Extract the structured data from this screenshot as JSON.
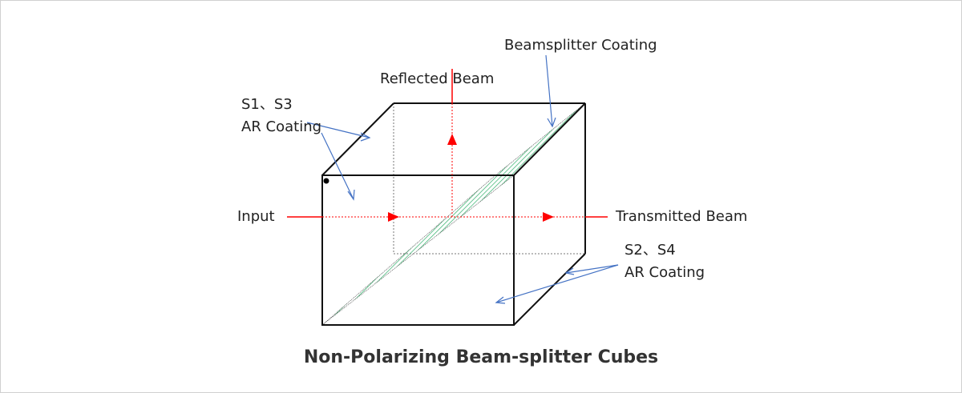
{
  "labels": {
    "reflected": "Reflected Beam",
    "coating": "Beamsplitter Coating",
    "s1s3_line1": "S1、S3",
    "s1s3_line2": "AR Coating",
    "input": "Input",
    "transmitted": "Transmitted Beam",
    "s2s4_line1": "S2、S4",
    "s2s4_line2": "AR Coating"
  },
  "title": "Non-Polarizing Beam-splitter Cubes",
  "colors": {
    "beam": "#ff0000",
    "pointer": "#4472c4",
    "coating": "#3cb371",
    "edge": "#111111"
  }
}
